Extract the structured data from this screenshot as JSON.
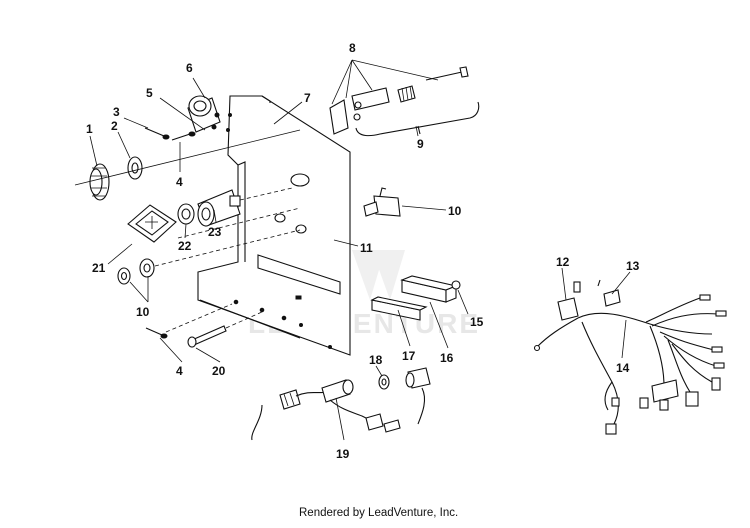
{
  "diagram": {
    "watermark": "LEADVENTURE",
    "footer": "Rendered by LeadVenture, Inc.",
    "callouts": {
      "c1": "1",
      "c2": "2",
      "c3": "3",
      "c4a": "4",
      "c4b": "4",
      "c5": "5",
      "c6": "6",
      "c7": "7",
      "c8": "8",
      "c9": "9",
      "c10a": "10",
      "c10b": "10",
      "c11": "11",
      "c12": "12",
      "c13": "13",
      "c14": "14",
      "c15": "15",
      "c16": "16",
      "c17": "17",
      "c18": "18",
      "c19": "19",
      "c20": "20",
      "c21": "21",
      "c22": "22",
      "c23": "23"
    }
  }
}
